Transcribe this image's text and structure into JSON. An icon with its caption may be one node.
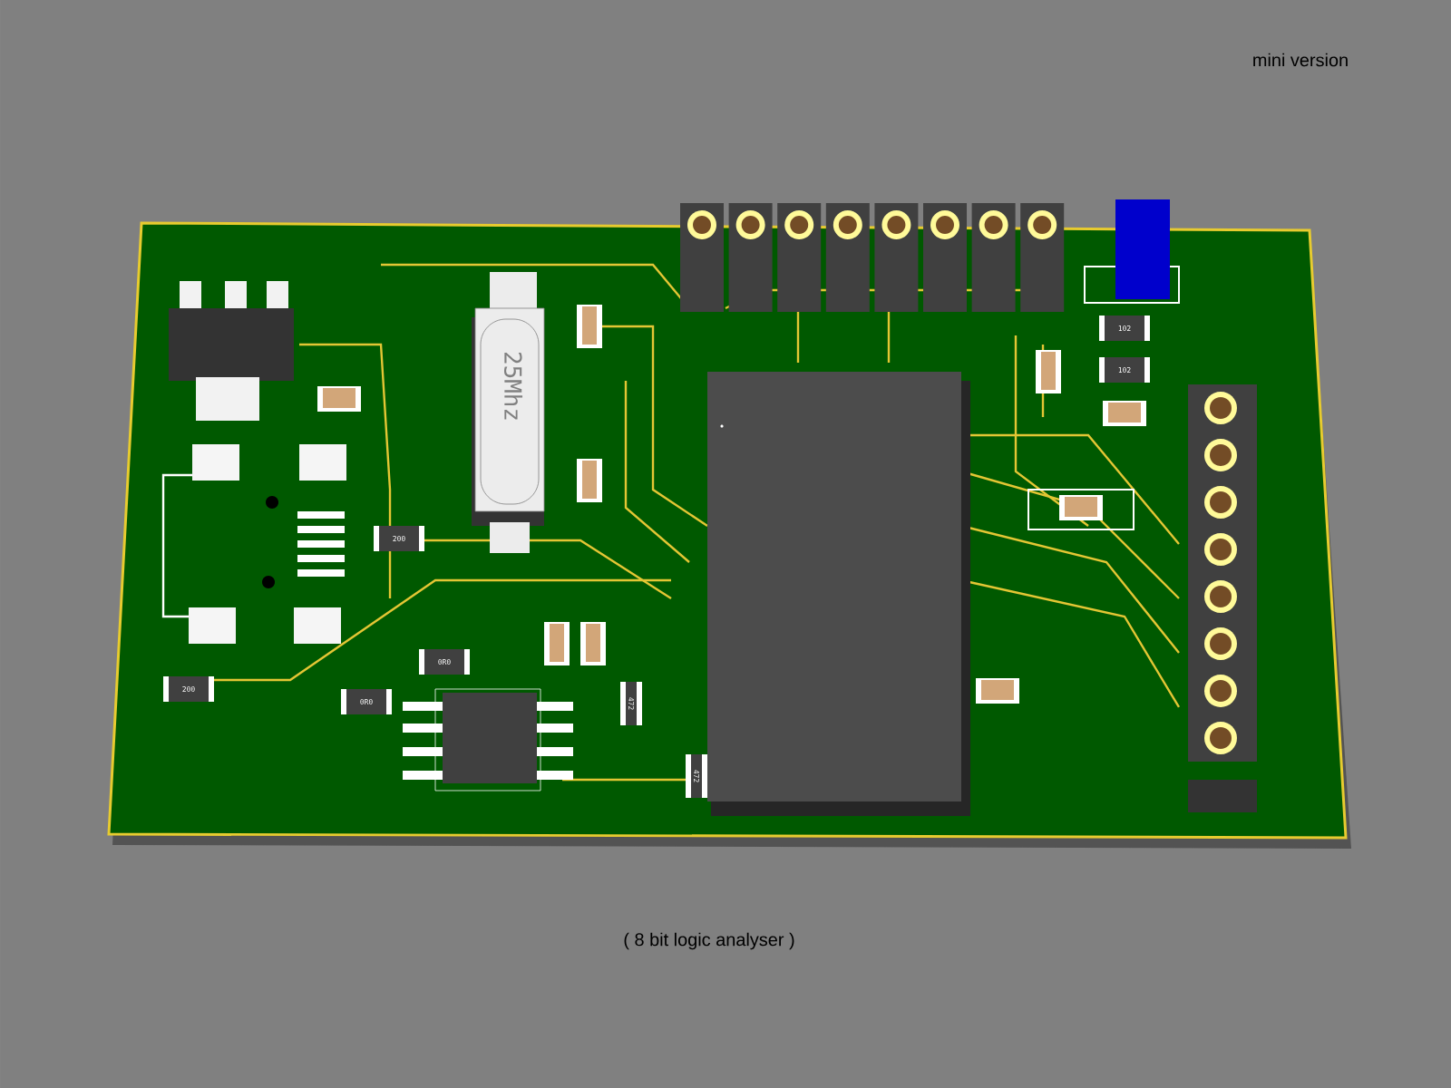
{
  "diagram": {
    "labels": [
      "mini version",
      "102",
      "25Mhz",
      "102",
      "200",
      "0R0",
      "472",
      "200",
      "0R0",
      "472",
      "( 8 bit logic analyser )"
    ]
  }
}
